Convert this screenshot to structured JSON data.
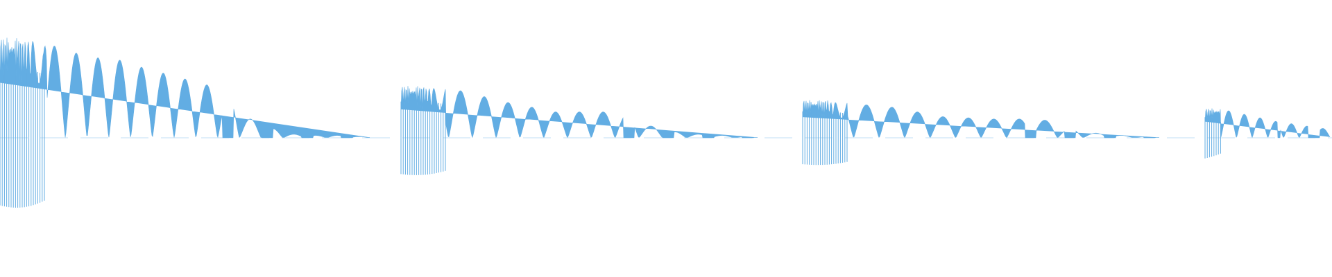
{
  "waveform": {
    "color": "#62ADE3",
    "background": "#FFFFFF",
    "bursts": [
      {
        "peak": 0.82,
        "decay": 0.9,
        "carrier": 1.0,
        "lobes": [
          0.85,
          0.82,
          0.78,
          0.72,
          0.68,
          0.66,
          0.6,
          0.55,
          0.5,
          0.45,
          0.36,
          0.16,
          0.08,
          0.03,
          0.02,
          0.02,
          0.01
        ]
      },
      {
        "peak": 0.44,
        "decay": 0.85,
        "carrier": 1.0,
        "lobes": [
          0.44,
          0.42,
          0.4,
          0.35,
          0.3,
          0.26,
          0.22,
          0.22,
          0.22,
          0.2,
          0.1,
          0.05,
          0.03,
          0.02,
          0.01
        ]
      },
      {
        "peak": 0.32,
        "decay": 0.85,
        "carrier": 1.0,
        "lobes": [
          0.32,
          0.3,
          0.28,
          0.26,
          0.22,
          0.18,
          0.17,
          0.16,
          0.16,
          0.15,
          0.08,
          0.04,
          0.02,
          0.01
        ]
      },
      {
        "peak": 0.25,
        "decay": 0.9,
        "carrier": 1.0,
        "lobes": [
          0.25,
          0.23,
          0.2,
          0.17,
          0.14,
          0.12,
          0.1,
          0.08
        ]
      }
    ]
  }
}
